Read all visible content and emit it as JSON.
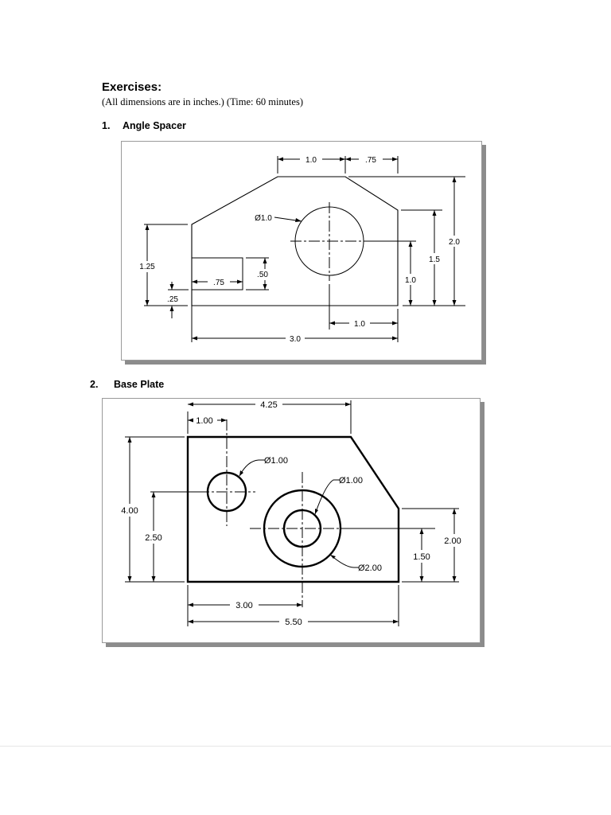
{
  "header": {
    "title": "Exercises:",
    "subtitle": "(All dimensions are in inches.) (Time: 60 minutes)"
  },
  "exercises": [
    {
      "number": "1.",
      "title": "Angle Spacer",
      "dims": {
        "top_a": "1.0",
        "top_b": ".75",
        "hole_dia": "Ø1.0",
        "left_height": "1.25",
        "slot_depth": ".50",
        "slot_width": ".75",
        "base_step": ".25",
        "right_total": "2.0",
        "right_mid": "1.5",
        "hole_height": "1.0",
        "hole_offset": "1.0",
        "overall_width": "3.0"
      }
    },
    {
      "number": "2.",
      "title": "Base Plate",
      "dims": {
        "top_width": "4.25",
        "hole1_x": "1.00",
        "hole1_dia": "Ø1.00",
        "hole2_inner_dia": "Ø1.00",
        "hole2_outer_dia": "Ø2.00",
        "overall_height": "4.00",
        "hole1_y": "2.50",
        "right_height": "2.00",
        "hole2_y": "1.50",
        "hole2_x": "3.00",
        "overall_width": "5.50"
      }
    }
  ]
}
